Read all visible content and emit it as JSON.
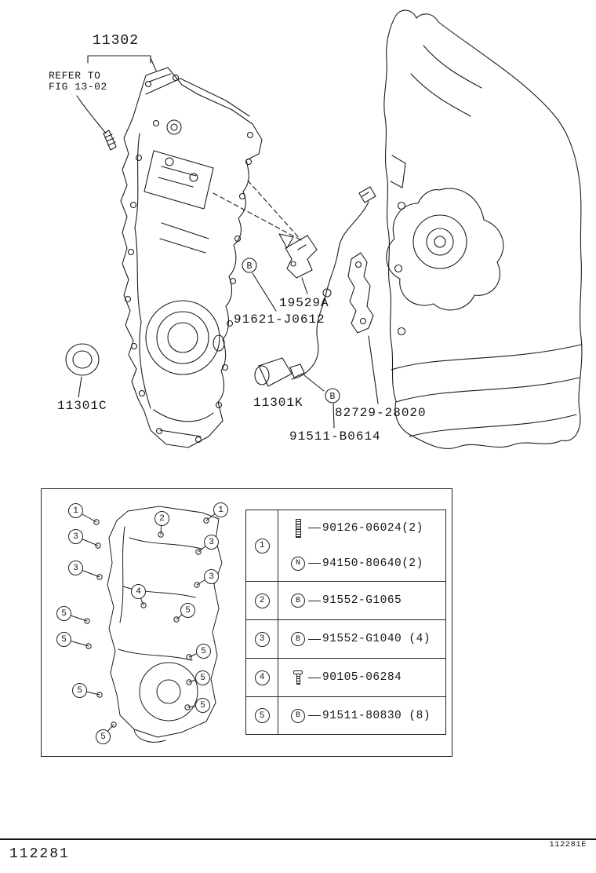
{
  "diagram": {
    "labels": {
      "cover": "11302",
      "refer1": "REFER TO",
      "refer2": "FIG 13-02",
      "bracket": "19529A",
      "cover_bolt": "91621-J0612",
      "oil_seal": "11301C",
      "crank_sensor": "11301K",
      "sensor_bracket": "82729-28020",
      "sensor_bolt": "91511-B0614",
      "symbol_b": "B"
    }
  },
  "legend": {
    "rows": [
      {
        "callout": "1",
        "entries": [
          {
            "icon": "stud-bolt",
            "part": "90126-06024(2)"
          },
          {
            "icon": "circled-n",
            "symbol": "N",
            "part": "94150-80640(2)"
          }
        ]
      },
      {
        "callout": "2",
        "entries": [
          {
            "icon": "circled-b",
            "symbol": "B",
            "part": "91552-G1065"
          }
        ]
      },
      {
        "callout": "3",
        "entries": [
          {
            "icon": "circled-b",
            "symbol": "B",
            "part": "91552-G1040 (4)"
          }
        ]
      },
      {
        "callout": "4",
        "entries": [
          {
            "icon": "flange-bolt",
            "part": "90105-06284"
          }
        ]
      },
      {
        "callout": "5",
        "entries": [
          {
            "icon": "circled-b",
            "symbol": "B",
            "part": "91511-80830 (8)"
          }
        ]
      }
    ],
    "callout_numbers": [
      "1",
      "2",
      "1",
      "3",
      "3",
      "3",
      "3",
      "4",
      "5",
      "5",
      "5",
      "5",
      "5",
      "5",
      "5",
      "5"
    ]
  },
  "footer": {
    "drawing_code": "112281",
    "sheet_code": "112281E"
  }
}
